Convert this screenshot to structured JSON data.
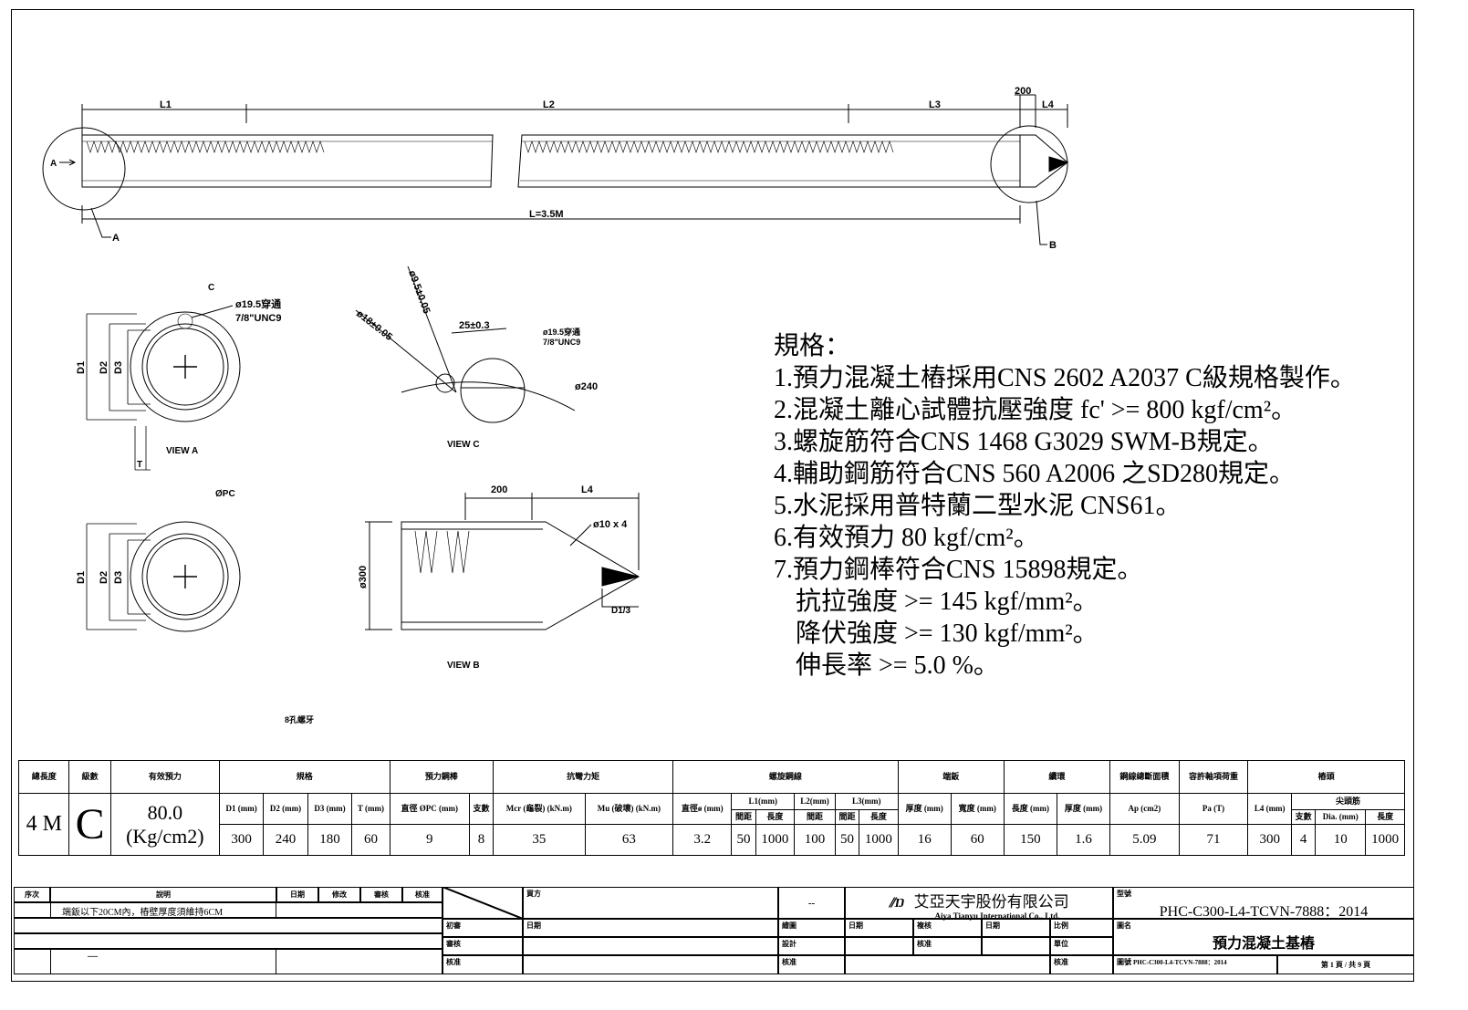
{
  "drawing": {
    "elevation": {
      "l1": "L1",
      "l2": "L2",
      "l3": "L3",
      "dim200": "200",
      "l4": "L4",
      "total": "L=3.5M",
      "callout_a": "A",
      "callout_b": "B",
      "arrow_a": "A"
    },
    "view_a": {
      "title": "VIEW A",
      "c": "C",
      "hole": "ø19.5穿通",
      "thread": "7/8\"UNC9",
      "d1": "D1",
      "d2": "D2",
      "d3": "D3",
      "t": "T"
    },
    "view_c": {
      "title": "VIEW C",
      "dim_a": "ø9.5±0.05",
      "dim_b": "ø18±0.05",
      "dim_c": "25±0.3",
      "hole": "ø19.5穿通",
      "thread": "7/8\"UNC9",
      "dia": "ø240"
    },
    "view_pc": {
      "label": "ØPC",
      "d1": "D1",
      "d2": "D2",
      "d3": "D3",
      "note": "8孔螺牙"
    },
    "view_b": {
      "title": "VIEW B",
      "dim200": "200",
      "l4": "L4",
      "bars": "ø10 x 4",
      "dia": "ø300",
      "tip": "D1/3"
    }
  },
  "specs": {
    "heading": "規格：",
    "lines": [
      "1.預力混凝土樁採用CNS 2602 A2037 C級規格製作。",
      "2.混凝土離心試體抗壓強度 fc' >= 800 kgf/cm²。",
      "3.螺旋筋符合CNS 1468 G3029 SWM-B規定。",
      "4.輔助鋼筋符合CNS 560 A2006 之SD280規定。",
      "5.水泥採用普特蘭二型水泥 CNS61。",
      "6.有效預力 80 kgf/cm²。",
      "7.預力鋼棒符合CNS 15898規定。"
    ],
    "sub": [
      "抗拉強度 >= 145 kgf/mm²。",
      "降伏強度 >= 130 kgf/mm²。",
      "伸長率 >= 5.0 %。"
    ]
  },
  "table": {
    "groups": [
      "總長度",
      "級數",
      "有效預力",
      "規格",
      "預力鋼棒",
      "抗彎力矩",
      "螺旋鋼線",
      "端鈑",
      "續環",
      "鋼線總斷面積",
      "容許軸項荷重",
      "樁頭"
    ],
    "sub": {
      "d1": "D1 (mm)",
      "d2": "D2 (mm)",
      "d3": "D3 (mm)",
      "t": "T (mm)",
      "pc": "直徑 ØPC (mm)",
      "count": "支數",
      "mcr": "Mcr (龜裂) (kN.m)",
      "mu": "Mu (破壞) (kN.m)",
      "sp_dia": "直徑ø (mm)",
      "l1": "L1(mm)",
      "l2": "L2(mm)",
      "l3": "L3(mm)",
      "pitch": "間距",
      "len": "長度",
      "thick": "厚度 (mm)",
      "width": "寬度 (mm)",
      "rlen": "長度 (mm)",
      "rthick": "厚度 (mm)",
      "ap": "Ap (cm2)",
      "pa": "Pa (T)",
      "l4": "L4 (mm)",
      "tipbar": "尖頭筋",
      "tcount": "支數",
      "tdia": "Dia. (mm)",
      "tlen": "長度"
    },
    "values": {
      "length": "4 M",
      "grade": "C",
      "eff": "80.0",
      "eff_unit": "(Kg/cm2)",
      "row": [
        "300",
        "240",
        "180",
        "60",
        "9",
        "8",
        "35",
        "63",
        "3.2",
        "50",
        "1000",
        "100",
        "50",
        "1000",
        "16",
        "60",
        "150",
        "1.6",
        "5.09",
        "71",
        "300",
        "4",
        "10",
        "1000"
      ]
    }
  },
  "titleblock": {
    "rev_headers": [
      "序次",
      "說明",
      "日期",
      "修改",
      "審核",
      "核准"
    ],
    "rev_note": "端鈑以下20CM內，樁壁厚度須維持6CM",
    "dash": "—",
    "buyer": "買方",
    "first": "初審",
    "date": "日期",
    "review": "審核",
    "approve": "核准",
    "company_cn": "艾亞天宇股份有限公司",
    "company_en": "Aiya Tianyu International Co., Ltd.",
    "draw": "繪圖",
    "check": "複核",
    "scale": "比例",
    "design": "設計",
    "unit": "單位",
    "dd": "--",
    "model_label": "型號",
    "model": "PHC-C300-L4-TCVN-7888：2014",
    "name_label": "圖名",
    "name": "預力混凝土基樁",
    "no_label": "圖號",
    "no": "PHC-C300-L4-TCVN-7888：2014",
    "page": "第 1 頁 / 共 9 頁"
  }
}
